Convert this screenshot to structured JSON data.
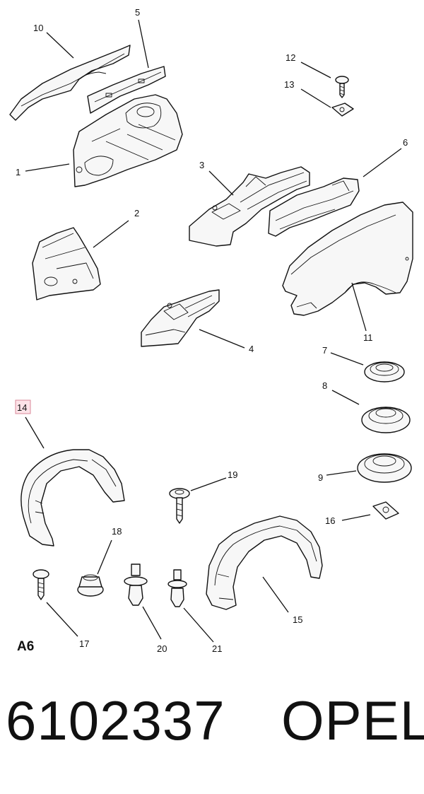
{
  "diagram": {
    "section_label": "A6",
    "part_number": "6102337",
    "brand": "OPEL",
    "highlight_color": "#fde3e8",
    "callouts": [
      {
        "label": "1",
        "part": "inner-wheelhouse-panel"
      },
      {
        "label": "2",
        "part": "front-apron-panel"
      },
      {
        "label": "3",
        "part": "front-longitudinal-member"
      },
      {
        "label": "4",
        "part": "lower-longitudinal-member"
      },
      {
        "label": "5",
        "part": "fender-support-rail"
      },
      {
        "label": "6",
        "part": "fender-upper-rail"
      },
      {
        "label": "7",
        "part": "grommet-small"
      },
      {
        "label": "8",
        "part": "grommet-medium"
      },
      {
        "label": "9",
        "part": "grommet-large"
      },
      {
        "label": "10",
        "part": "fender-upper-flange"
      },
      {
        "label": "11",
        "part": "front-fender"
      },
      {
        "label": "12",
        "part": "bolt"
      },
      {
        "label": "13",
        "part": "clip-nut"
      },
      {
        "label": "14",
        "part": "wheelhouse-liner-front",
        "highlighted": true
      },
      {
        "label": "15",
        "part": "wheelhouse-liner-rear"
      },
      {
        "label": "16",
        "part": "speed-nut"
      },
      {
        "label": "17",
        "part": "screw"
      },
      {
        "label": "18",
        "part": "hex-nut"
      },
      {
        "label": "19",
        "part": "washer-screw"
      },
      {
        "label": "20",
        "part": "push-rivet"
      },
      {
        "label": "21",
        "part": "plastic-rivet"
      }
    ]
  }
}
